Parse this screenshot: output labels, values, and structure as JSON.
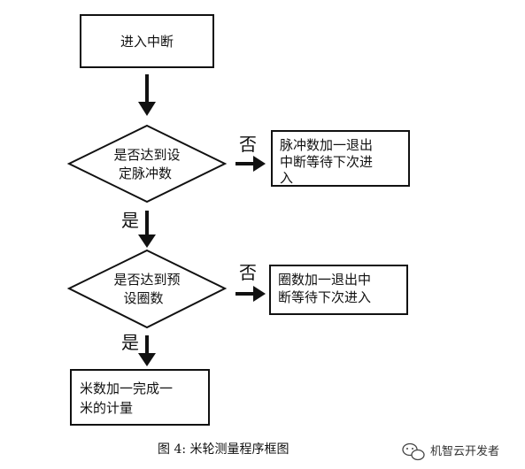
{
  "diagram": {
    "nodes": {
      "enter_interrupt": [
        "进入中断"
      ],
      "decision_pulse": [
        "是否达到设",
        "定脉冲数"
      ],
      "pulse_action": [
        "脉冲数加一退出",
        "中断等待下次进",
        "入"
      ],
      "decision_turns": [
        "是否达到预",
        "设圈数"
      ],
      "turns_action": [
        "圈数加一退出中",
        "断等待下次进入"
      ],
      "meter_done": [
        "米数加一完成一",
        "米的计量"
      ]
    },
    "edges": {
      "yes_1": "是",
      "no_1": "否",
      "yes_2": "是",
      "no_2": "否"
    }
  },
  "caption": "图 4:  米轮测量程序框图",
  "watermark": {
    "icon": "wechat-logo-icon",
    "text": "机智云开发者"
  },
  "colors": {
    "line": "#111111",
    "text": "#111111",
    "background": "#ffffff"
  }
}
